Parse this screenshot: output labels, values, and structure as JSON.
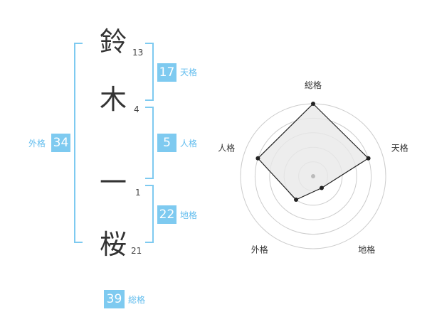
{
  "name": {
    "chars": [
      {
        "char": "鈴",
        "strokes": "13"
      },
      {
        "char": "木",
        "strokes": "4"
      },
      {
        "char": "一",
        "strokes": "1"
      },
      {
        "char": "桜",
        "strokes": "21"
      }
    ]
  },
  "fortunes": {
    "tenkaku": {
      "value": "17",
      "label": "天格"
    },
    "jinkaku": {
      "value": "5",
      "label": "人格"
    },
    "chikaku": {
      "value": "22",
      "label": "地格"
    },
    "gaikaku": {
      "value": "34",
      "label": "外格"
    },
    "soukaku": {
      "value": "39",
      "label": "総格"
    }
  },
  "chart_data": {
    "type": "radar",
    "axes": [
      "総格",
      "天格",
      "地格",
      "外格",
      "人格"
    ],
    "values": [
      5,
      4,
      1,
      2,
      4
    ],
    "rmax": 5,
    "rings": 5,
    "grid": true
  },
  "colors": {
    "accent": "#7ecaf0",
    "accent_text": "#62bdee",
    "text": "#333333",
    "radar_fill": "#e9e9e9",
    "radar_line": "#222222",
    "ring": "#cccccc"
  }
}
